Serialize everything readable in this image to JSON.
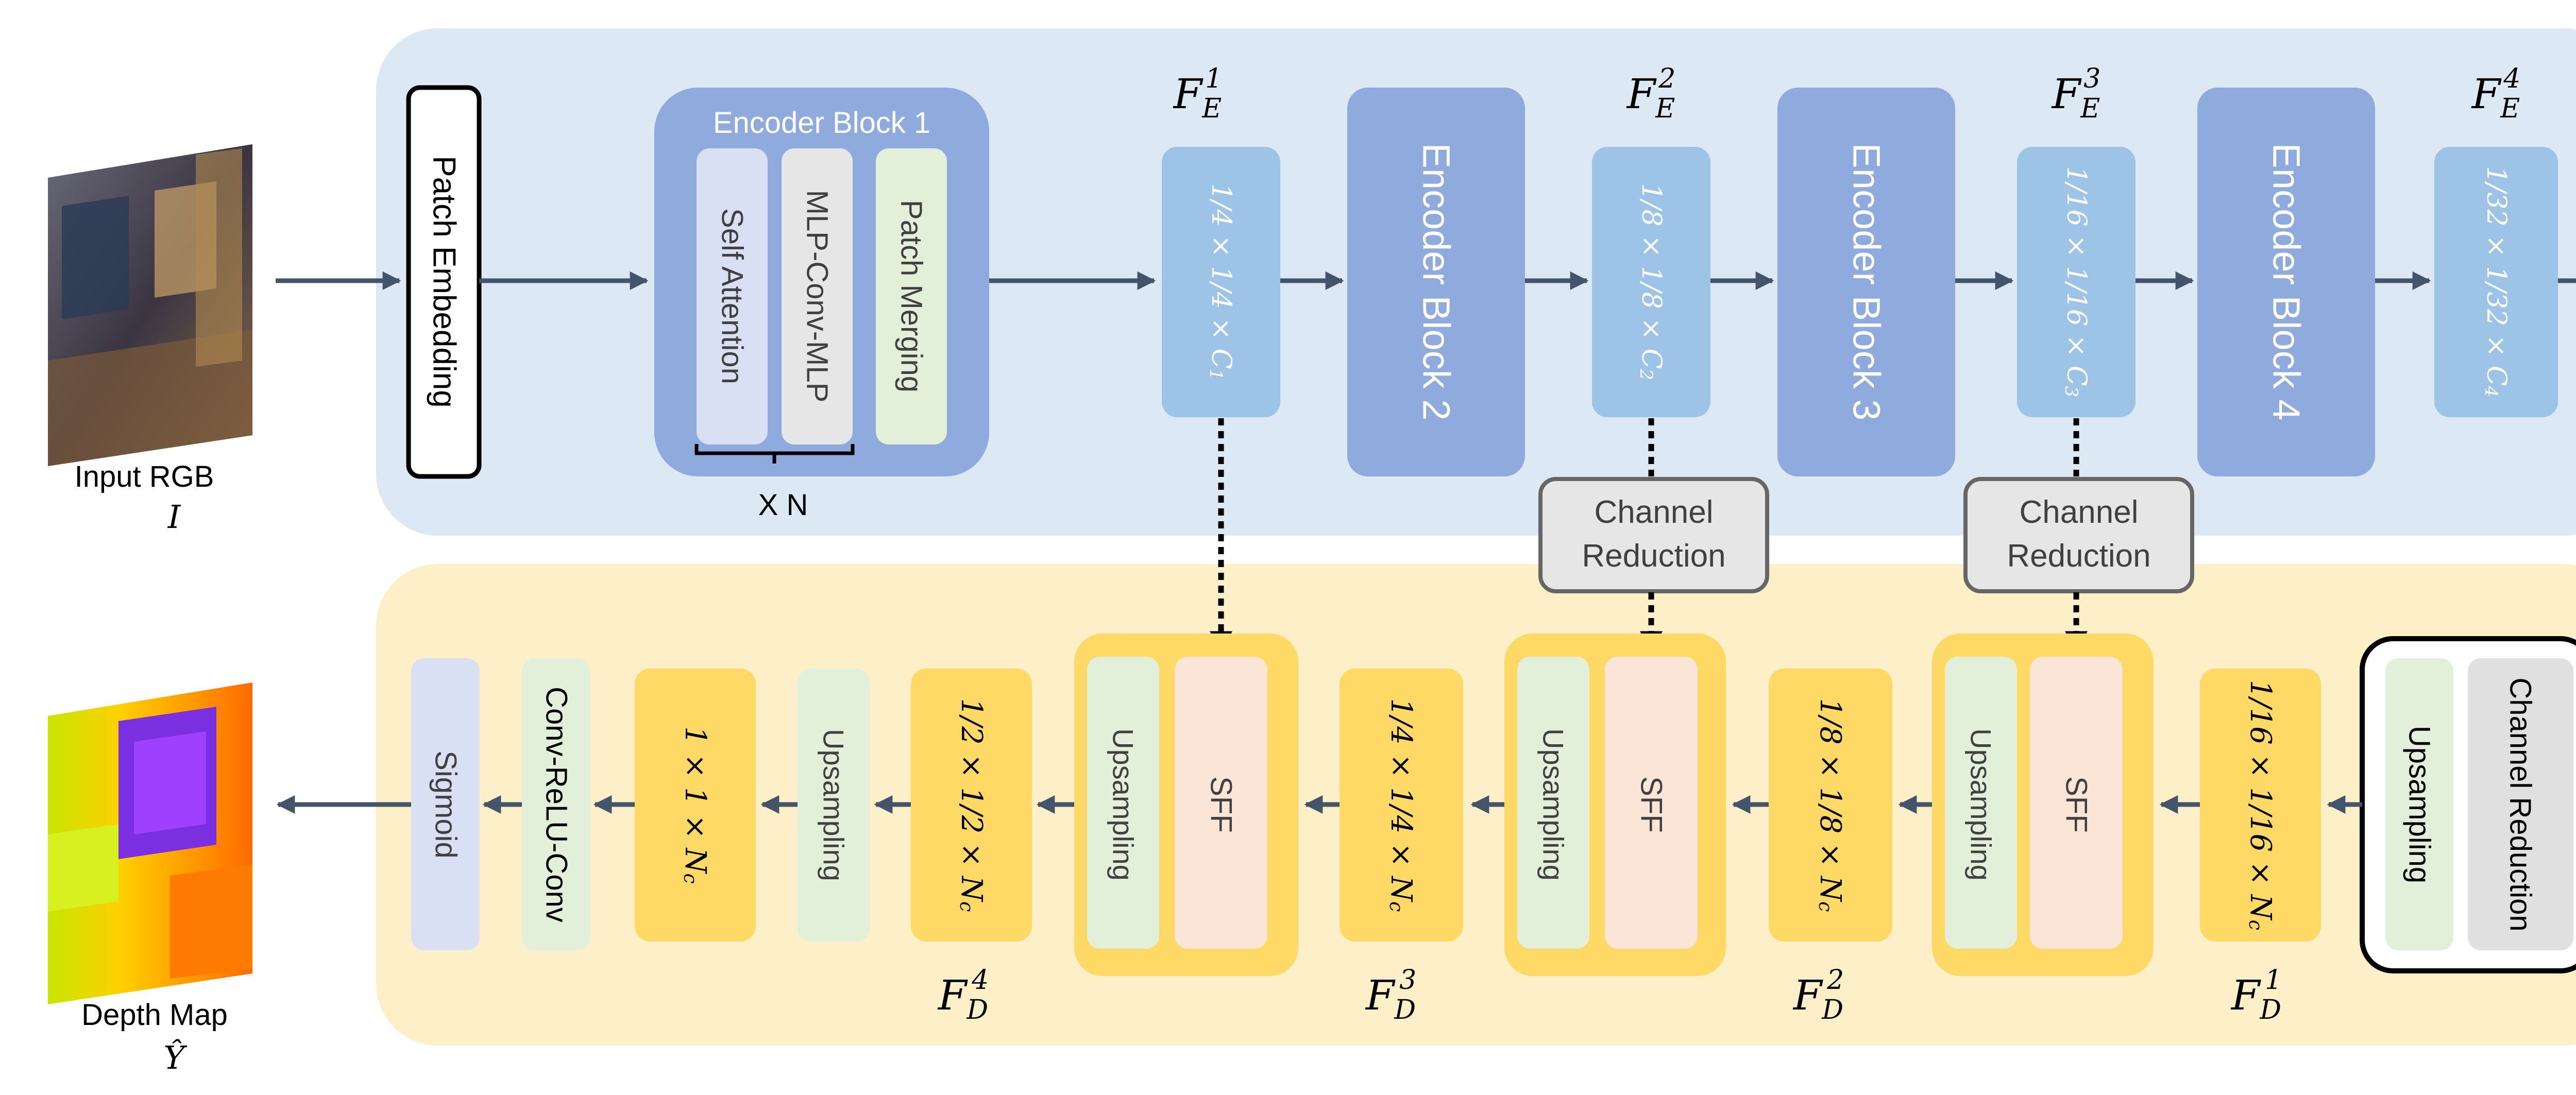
{
  "input": {
    "label": "Input RGB",
    "symbol": "I"
  },
  "output": {
    "label": "Depth Map",
    "symbol": "Ŷ"
  },
  "encoder": {
    "patch_embedding": "Patch Embedding",
    "block1": {
      "title": "Encoder Block 1",
      "sub_blocks": [
        "Self Attention",
        "MLP-Conv-MLP",
        "Patch Merging"
      ],
      "repeat": "X N"
    },
    "blocks": [
      "Encoder Block 2",
      "Encoder Block 3",
      "Encoder Block 4"
    ],
    "features": [
      {
        "name": "F",
        "sub": "E",
        "sup": "1",
        "size": "1/4 × 1/4 × C",
        "size_sub": "1"
      },
      {
        "name": "F",
        "sub": "E",
        "sup": "2",
        "size": "1/8 × 1/8 × C",
        "size_sub": "2"
      },
      {
        "name": "F",
        "sub": "E",
        "sup": "3",
        "size": "1/16 × 1/16 × C",
        "size_sub": "3"
      },
      {
        "name": "F",
        "sub": "E",
        "sup": "4",
        "size": "1/32 × 1/32 × C",
        "size_sub": "4"
      }
    ]
  },
  "channel_reduction": [
    "Channel",
    "Reduction"
  ],
  "decoder": {
    "entry": {
      "upsampling": "Upsampling",
      "channel_reduction": "Channel Reduction"
    },
    "upsampling": "Upsampling",
    "sff": "SFF",
    "features": [
      {
        "name": "F",
        "sub": "D",
        "sup": "1",
        "size": "1/16 × 1/16 × N",
        "size_sub": "c"
      },
      {
        "name": "F",
        "sub": "D",
        "sup": "2",
        "size": "1/8 × 1/8 × N",
        "size_sub": "c"
      },
      {
        "name": "F",
        "sub": "D",
        "sup": "3",
        "size": "1/4 × 1/4 × N",
        "size_sub": "c"
      },
      {
        "name": "F",
        "sub": "D",
        "sup": "4",
        "size": "1/2 × 1/2 × N",
        "size_sub": "c"
      }
    ],
    "final_size": "1 × 1 × N",
    "final_size_sub": "c",
    "conv": "Conv-ReLU-Conv",
    "sigmoid": "Sigmoid"
  },
  "colors": {
    "encoder_panel": "#dde8f5",
    "decoder_panel": "#fdefc8",
    "block_dark": "#8faadc",
    "block_light": "#9dc3e6",
    "attn": "#dae0f3",
    "mlp": "#e7e6e6",
    "merge": "#e2f0d9",
    "feature_dec": "#ffd966",
    "sff_outer": "#ffd966",
    "sff": "#fbe5d6",
    "sigmoid": "#dae0f3",
    "arrow": "#44546a"
  }
}
